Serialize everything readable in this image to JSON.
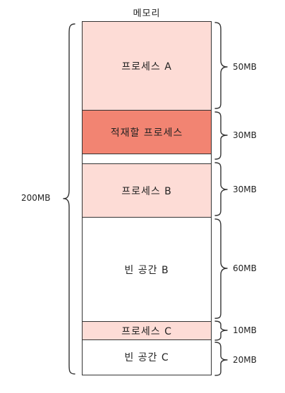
{
  "diagram": {
    "title": "메모리",
    "total": "200MB",
    "colors": {
      "process": "#fddcd6",
      "fragmentation": "#f28472",
      "empty": "#ffffff",
      "line": "#333333"
    },
    "blocks": [
      {
        "label": "프로세스 A",
        "size": "50MB",
        "kind": "process"
      },
      {
        "label": "적재할 프로세스",
        "size": "30MB",
        "kind": "fragmentation"
      },
      {
        "label": "",
        "size": "",
        "kind": "empty"
      },
      {
        "label": "프로세스 B",
        "size": "30MB",
        "kind": "process"
      },
      {
        "label": "빈 공간 B",
        "size": "60MB",
        "kind": "empty"
      },
      {
        "label": "프로세스 C",
        "size": "10MB",
        "kind": "process"
      },
      {
        "label": "빈 공간 C",
        "size": "20MB",
        "kind": "empty"
      }
    ]
  }
}
